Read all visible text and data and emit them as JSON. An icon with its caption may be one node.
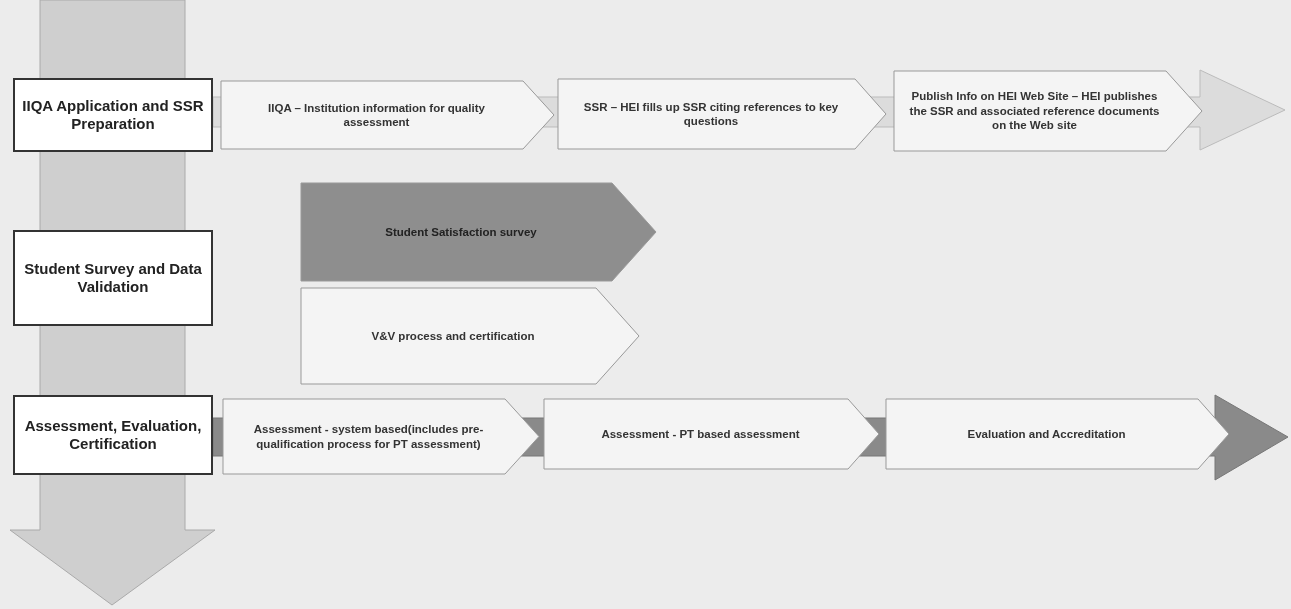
{
  "diagram": {
    "nodes": [
      {
        "text": [
          "IIQA Application and SSR Preparation"
        ]
      },
      {
        "text": [
          "IIQA – Institution information for quality assessment"
        ]
      },
      {
        "text": [
          "SSR – HEI fills up SSR citing references to key questions"
        ]
      },
      {
        "text": [
          "Publish Info on HEI Web Site – HEI publishes the SSR and associated reference documents on the Web site"
        ]
      },
      {
        "text": [
          "Student Survey and Data Validation"
        ]
      },
      {
        "text": [
          "Student Satisfaction survey"
        ]
      },
      {
        "text": [
          "V&V process and certification"
        ]
      },
      {
        "text": [
          "Assessment, Evaluation, Certification"
        ]
      },
      {
        "text": [
          "Assessment - system based(includes pre-qualification process for PT assessment)"
        ]
      },
      {
        "text": [
          "Assessment - PT based assessment"
        ]
      },
      {
        "text": [
          "Evaluation and Accreditation"
        ]
      }
    ]
  }
}
